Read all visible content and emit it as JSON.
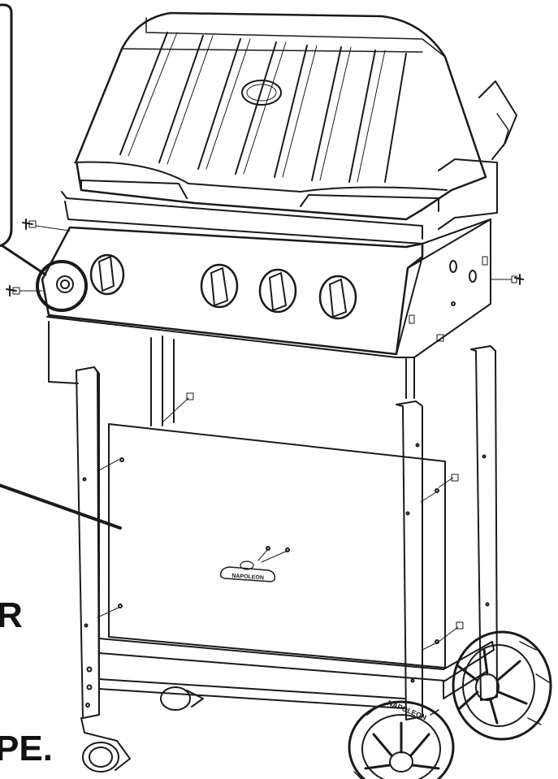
{
  "diagram": {
    "callouts": {
      "fragment_r": "R",
      "fragment_pe": "PE."
    },
    "brand_badge": "NAPOLEON",
    "wheel_brand": "NAPOLEON",
    "colors": {
      "line": "#1a1a1a",
      "fill": "#ffffff"
    }
  }
}
